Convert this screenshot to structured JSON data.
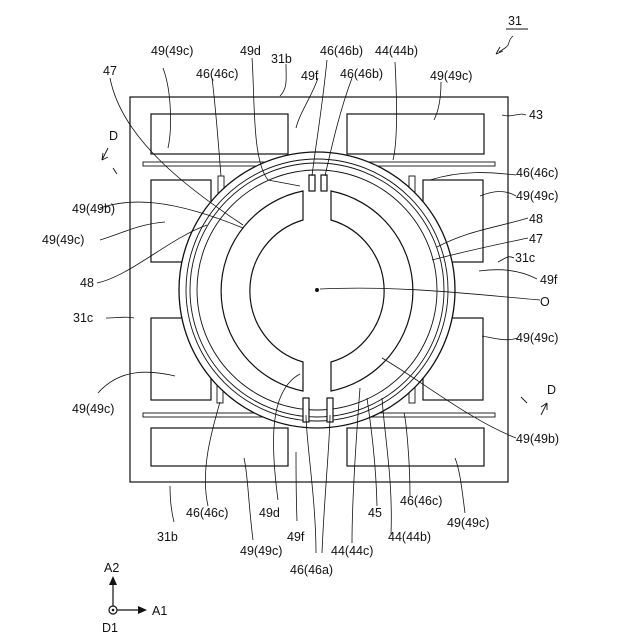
{
  "figure": {
    "number": "31",
    "labels": {
      "l_43": "43",
      "l_47_left": "47",
      "l_47_right": "47",
      "l_48_left": "48",
      "l_48_right": "48",
      "l_O": "O",
      "l_45": "45",
      "l_31b_top": "31b",
      "l_31b_bottom": "31b",
      "l_31c_left": "31c",
      "l_31c_right": "31c",
      "l_49d_top": "49d",
      "l_49d_bottom": "49d",
      "l_49f_top": "49f",
      "l_49f_right": "49f",
      "l_49f_bottom": "49f",
      "l_49c_top_left": "49(49c)",
      "l_49c_top_right": "49(49c)",
      "l_49c_right_upper": "49(49c)",
      "l_49c_right_lower": "49(49c)",
      "l_49c_left_upper": "49(49c)",
      "l_49c_left_lower": "49(49c)",
      "l_49c_bottom_mid": "49(49c)",
      "l_49c_bottom_right": "49(49c)",
      "l_49b_left": "49(49b)",
      "l_49b_right": "49(49b)",
      "l_46c_top_left": "46(46c)",
      "l_46c_top_right": "46(46c)",
      "l_46c_bottom_left": "46(46c)",
      "l_46c_bottom_right": "46(46c)",
      "l_46b_a": "46(46b)",
      "l_46b_b": "46(46b)",
      "l_46a": "46(46a)",
      "l_44b_top": "44(44b)",
      "l_44b_bottom": "44(44b)",
      "l_44c": "44(44c)",
      "l_D_top": "D",
      "l_D_bottom": "D",
      "l_A1": "A1",
      "l_A2": "A2",
      "l_D1": "D1"
    }
  }
}
